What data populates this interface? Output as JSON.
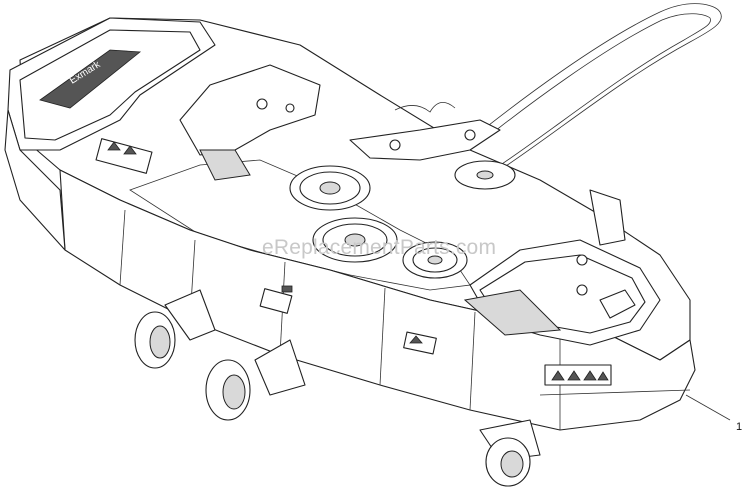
{
  "diagram": {
    "callout_number": "1",
    "watermark": "eReplacementParts.com",
    "decal_text": "Exmark",
    "colors": {
      "line": "#222222",
      "shade": "#d9d9d9",
      "watermark": "#c8c8c8"
    }
  }
}
